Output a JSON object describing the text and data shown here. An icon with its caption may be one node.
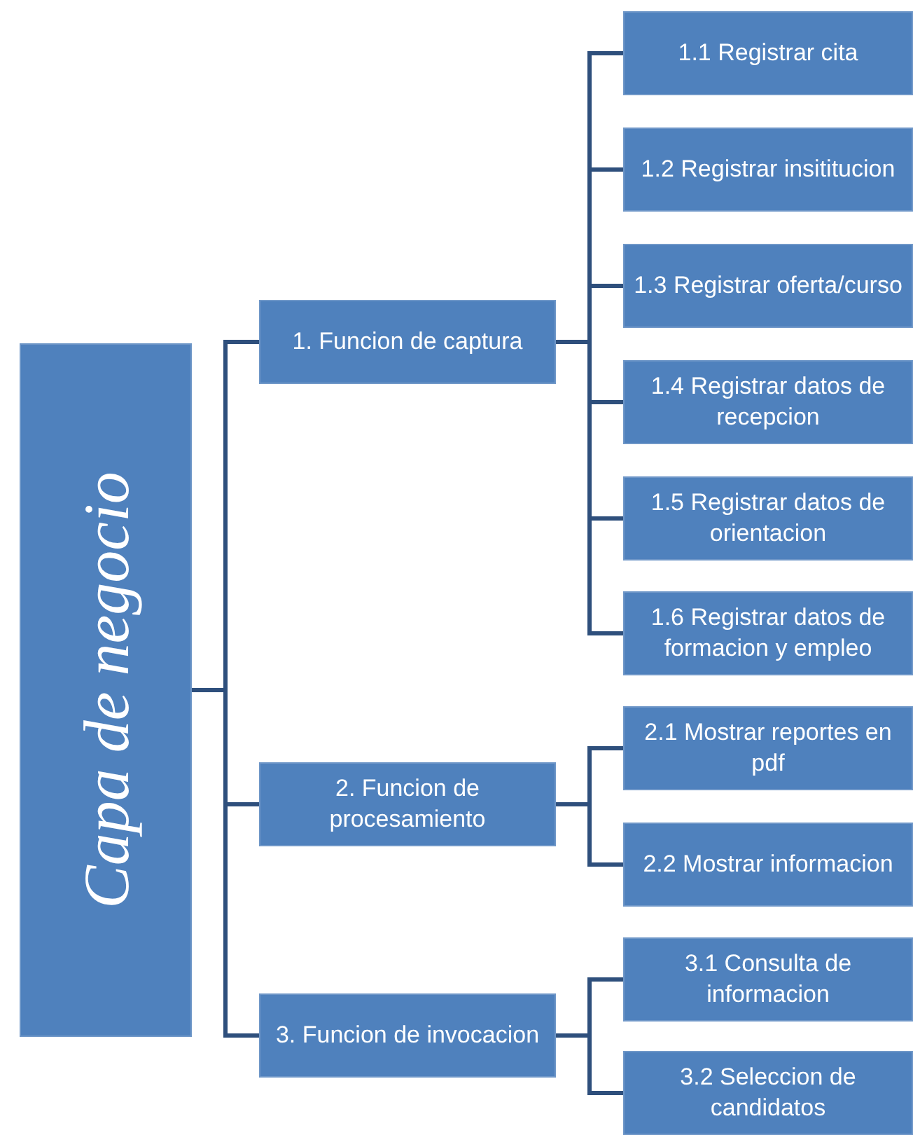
{
  "diagram": {
    "nodes": [
      {
        "text": [
          "Capa de negocio"
        ]
      },
      {
        "text": [
          "1. Funcion de captura"
        ]
      },
      {
        "text": [
          "1.1 Registrar cita"
        ]
      },
      {
        "text": [
          "1.2 Registrar insititucion"
        ]
      },
      {
        "text": [
          "1.3 Registrar oferta/curso"
        ]
      },
      {
        "text": [
          "1.4 Registrar datos de recepcion"
        ]
      },
      {
        "text": [
          "1.5 Registrar datos de orientacion"
        ]
      },
      {
        "text": [
          "1.6 Registrar datos de formacion y empleo"
        ]
      },
      {
        "text": [
          "2. Funcion de procesamiento"
        ]
      },
      {
        "text": [
          "2.1 Mostrar reportes en pdf"
        ]
      },
      {
        "text": [
          "2.2 Mostrar informacion"
        ]
      },
      {
        "text": [
          "3. Funcion de invocacion"
        ]
      },
      {
        "text": [
          "3.1 Consulta de informacion"
        ]
      },
      {
        "text": [
          "3.2 Seleccion de candidatos"
        ]
      }
    ],
    "edges": [
      {
        "from": 0,
        "to": 1,
        "arrow": "none"
      },
      {
        "from": 0,
        "to": 8,
        "arrow": "none"
      },
      {
        "from": 0,
        "to": 11,
        "arrow": "none"
      },
      {
        "from": 1,
        "to": 2,
        "arrow": "none"
      },
      {
        "from": 1,
        "to": 3,
        "arrow": "none"
      },
      {
        "from": 1,
        "to": 4,
        "arrow": "none"
      },
      {
        "from": 1,
        "to": 5,
        "arrow": "none"
      },
      {
        "from": 1,
        "to": 6,
        "arrow": "none"
      },
      {
        "from": 1,
        "to": 7,
        "arrow": "none"
      },
      {
        "from": 8,
        "to": 9,
        "arrow": "none"
      },
      {
        "from": 8,
        "to": 10,
        "arrow": "none"
      },
      {
        "from": 11,
        "to": 12,
        "arrow": "none"
      },
      {
        "from": 11,
        "to": 13,
        "arrow": "none"
      }
    ]
  }
}
